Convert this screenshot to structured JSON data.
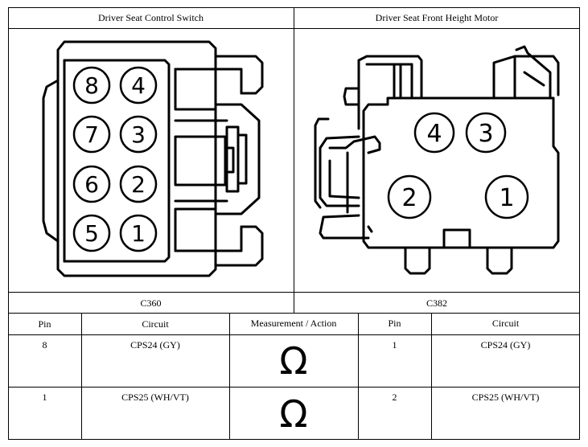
{
  "header": {
    "left_title": "Driver Seat Control Switch",
    "right_title": "Driver Seat Front Height Motor"
  },
  "connectors": {
    "left": {
      "label": "C360",
      "pins": [
        "8",
        "4",
        "7",
        "3",
        "6",
        "2",
        "5",
        "1"
      ]
    },
    "right": {
      "label": "C382",
      "pins": [
        "4",
        "3",
        "2",
        "1"
      ]
    }
  },
  "table": {
    "headers": [
      "Pin",
      "Circuit",
      "Measurement / Action",
      "Pin",
      "Circuit"
    ],
    "rows": [
      {
        "pin_a": "8",
        "circuit_a": "CPS24 (GY)",
        "action": "Ω",
        "pin_b": "1",
        "circuit_b": "CPS24 (GY)"
      },
      {
        "pin_a": "1",
        "circuit_a": "CPS25 (WH/VT)",
        "action": "Ω",
        "pin_b": "2",
        "circuit_b": "CPS25 (WH/VT)"
      }
    ]
  }
}
